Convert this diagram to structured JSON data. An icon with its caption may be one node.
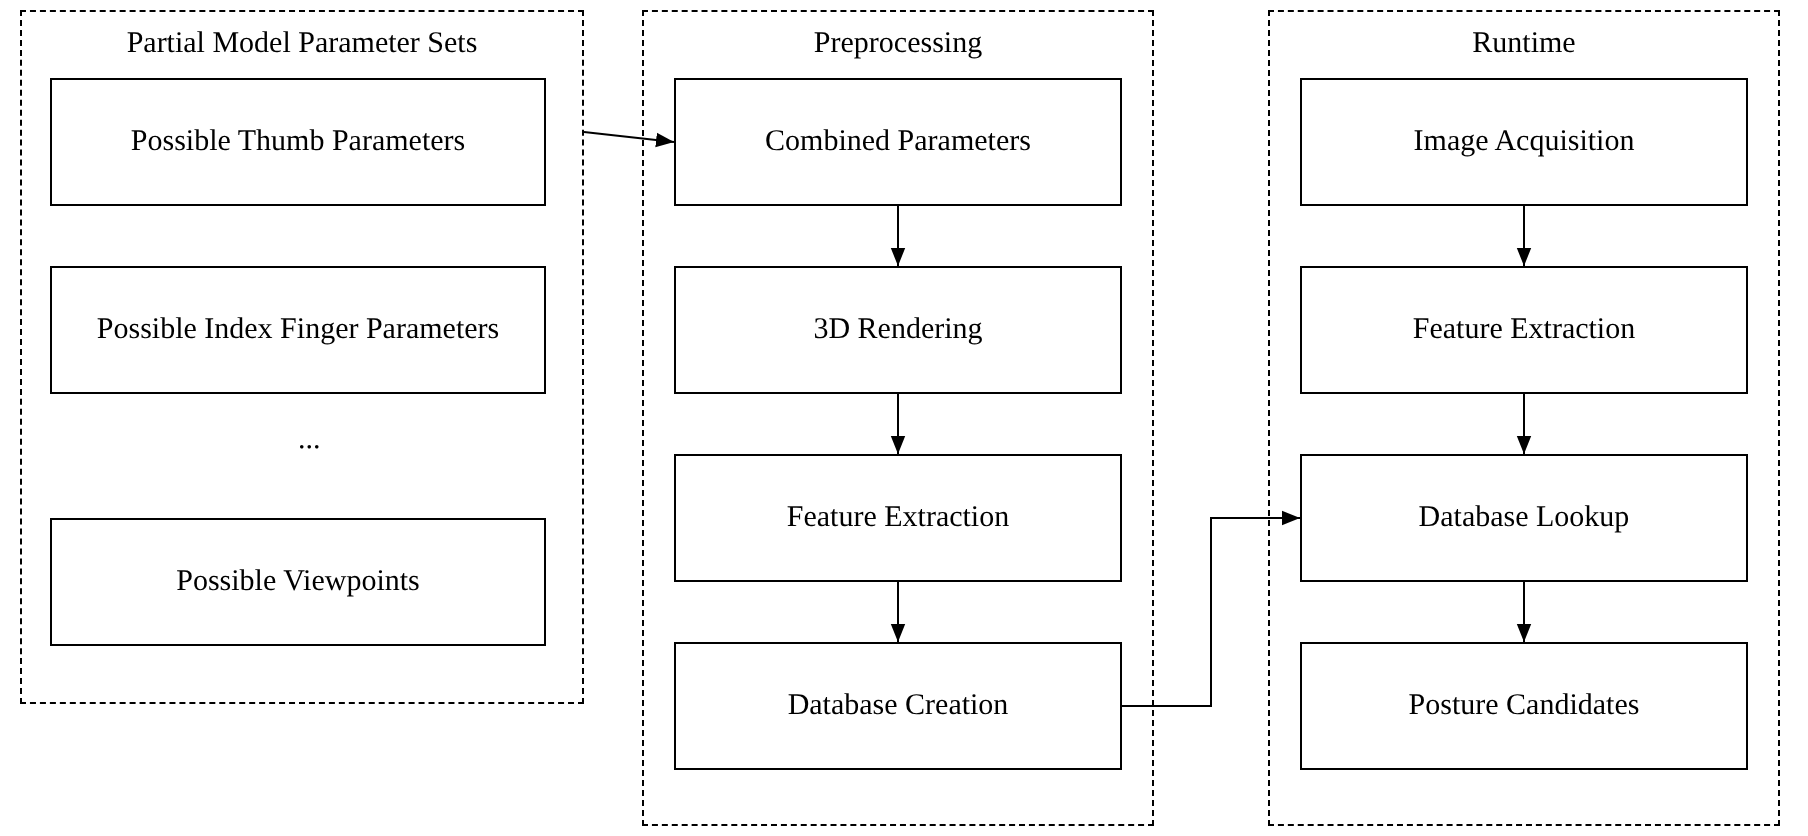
{
  "diagram": {
    "nodes": [
      {
        "text": [
          "Partial Model Parameter Sets"
        ]
      },
      {
        "text": [
          "Possible Thumb Parameters"
        ],
        "in": 0
      },
      {
        "text": [
          "Possible Index Finger Parameters"
        ],
        "in": 0
      },
      {
        "text": [
          "Possible Viewpoints"
        ],
        "in": 0
      },
      {
        "text": [
          "Preprocessing"
        ]
      },
      {
        "text": [
          "Combined Parameters"
        ],
        "in": 4
      },
      {
        "text": [
          "3D Rendering"
        ],
        "in": 4
      },
      {
        "text": [
          "Feature Extraction"
        ],
        "in": 4
      },
      {
        "text": [
          "Database Creation"
        ],
        "in": 4
      },
      {
        "text": [
          "Runtime"
        ]
      },
      {
        "text": [
          "Image Acquisition"
        ],
        "in": 9
      },
      {
        "text": [
          "Feature Extraction"
        ],
        "in": 9
      },
      {
        "text": [
          "Database Lookup"
        ],
        "in": 9
      },
      {
        "text": [
          "Posture Candidates"
        ],
        "in": 9
      }
    ],
    "edges": [
      {
        "from": 0,
        "to": 5,
        "arrow": "to"
      },
      {
        "from": 5,
        "to": 6,
        "arrow": "to"
      },
      {
        "from": 6,
        "to": 7,
        "arrow": "to"
      },
      {
        "from": 7,
        "to": 8,
        "arrow": "to"
      },
      {
        "from": 8,
        "to": 12,
        "arrow": "to"
      },
      {
        "from": 10,
        "to": 11,
        "arrow": "to"
      },
      {
        "from": 11,
        "to": 12,
        "arrow": "to"
      },
      {
        "from": 12,
        "to": 13,
        "arrow": "to"
      }
    ],
    "labels": [
      "..."
    ]
  }
}
